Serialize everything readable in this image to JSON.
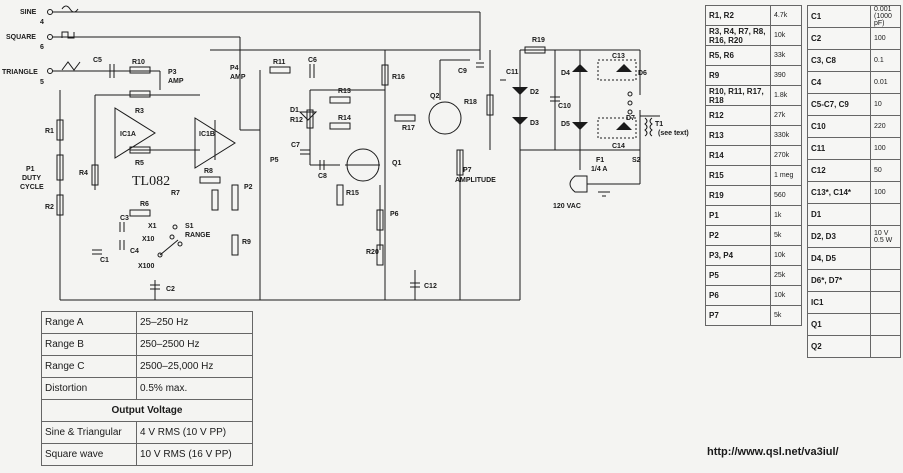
{
  "schematic": {
    "outputs": [
      {
        "name": "SINE",
        "pin": "4"
      },
      {
        "name": "SQUARE",
        "pin": "6"
      },
      {
        "name": "TRIANGLE",
        "pin": "5"
      }
    ],
    "labels": {
      "c5": "C5",
      "r10": "R10",
      "p3": "P3",
      "amp1": "AMP",
      "p4": "P4",
      "amp2": "AMP",
      "r11": "R11",
      "c6": "C6",
      "r16": "R16",
      "c9": "C9",
      "r19": "R19",
      "c11": "C11",
      "c10": "C10",
      "c13": "C13",
      "d4": "D4",
      "d6": "D6",
      "d2": "D2",
      "d3": "D3",
      "d5": "D5",
      "d7": "D7",
      "t1": "T1",
      "see_text": "(see text)",
      "q2": "Q2",
      "r18": "R18",
      "r3": "R3",
      "r1": "R1",
      "ic1a": "IC1A",
      "ic1b": "IC1B",
      "r12": "R12",
      "d1": "D1",
      "r13": "R13",
      "r14": "R14",
      "r17": "R17",
      "p1": "P1",
      "duty": "DUTY",
      "cycle": "CYCLE",
      "r2": "R2",
      "r4": "R4",
      "r5": "R5",
      "tl082": "TL082",
      "r7": "R7",
      "r8": "R8",
      "p2": "P2",
      "r6": "R6",
      "c3": "C3",
      "x1": "X1",
      "x10": "X10",
      "c4": "C4",
      "s1": "S1",
      "range": "RANGE",
      "x100": "X100",
      "r9": "R9",
      "c1": "C1",
      "c2": "C2",
      "p5": "P5",
      "c7": "C7",
      "c8": "C8",
      "q1": "Q1",
      "r15": "R15",
      "p6": "P6",
      "r20": "R20",
      "c12": "C12",
      "p7": "P7",
      "amplitude": "AMPLITUDE",
      "f1": "F1",
      "f1_val": "1/4 A",
      "s2": "S2",
      "vac": "120 VAC",
      "c14": "C14"
    }
  },
  "specs": [
    {
      "label": "Range A",
      "value": "25–250 Hz"
    },
    {
      "label": "Range B",
      "value": "250–2500 Hz"
    },
    {
      "label": "Range C",
      "value": "2500–25,000 Hz"
    },
    {
      "label": "Distortion",
      "value": "0.5% max."
    },
    {
      "header": "Output Voltage"
    },
    {
      "label": "Sine & Triangular",
      "value": "4 V RMS (10 V PP)"
    },
    {
      "label": "Square wave",
      "value": "10 V RMS (16 V PP)"
    }
  ],
  "parts_list_1": [
    {
      "part": "R1, R2",
      "value": "4.7k"
    },
    {
      "part": "R3, R4, R7, R8, R16, R20",
      "value": "10k"
    },
    {
      "part": "R5, R6",
      "value": "33k"
    },
    {
      "part": "R9",
      "value": "390"
    },
    {
      "part": "R10, R11, R17, R18",
      "value": "1.8k"
    },
    {
      "part": "R12",
      "value": "27k"
    },
    {
      "part": "R13",
      "value": "330k"
    },
    {
      "part": "R14",
      "value": "270k"
    },
    {
      "part": "R15",
      "value": "1 meg"
    },
    {
      "part": "R19",
      "value": "560"
    },
    {
      "part": "P1",
      "value": "1k"
    },
    {
      "part": "P2",
      "value": "5k"
    },
    {
      "part": "P3, P4",
      "value": "10k"
    },
    {
      "part": "P5",
      "value": "25k"
    },
    {
      "part": "P6",
      "value": "10k"
    },
    {
      "part": "P7",
      "value": "5k"
    }
  ],
  "parts_list_2": [
    {
      "part": "C1",
      "value": "0.001 (1000 pF)"
    },
    {
      "part": "C2",
      "value": "100"
    },
    {
      "part": "C3, C8",
      "value": "0.1"
    },
    {
      "part": "C4",
      "value": "0.01"
    },
    {
      "part": "C5-C7, C9",
      "value": "10"
    },
    {
      "part": "C10",
      "value": "220"
    },
    {
      "part": "C11",
      "value": "100"
    },
    {
      "part": "C12",
      "value": "50"
    },
    {
      "part": "C13*, C14*",
      "value": "100"
    },
    {
      "part": "D1",
      "value": ""
    },
    {
      "part": "D2, D3",
      "value": "10 V 0.5 W"
    },
    {
      "part": "D4, D5",
      "value": ""
    },
    {
      "part": "D6*, D7*",
      "value": ""
    },
    {
      "part": "IC1",
      "value": ""
    },
    {
      "part": "Q1",
      "value": ""
    },
    {
      "part": "Q2",
      "value": ""
    }
  ],
  "footer_url": "http://www.qsl.net/va3iul/"
}
